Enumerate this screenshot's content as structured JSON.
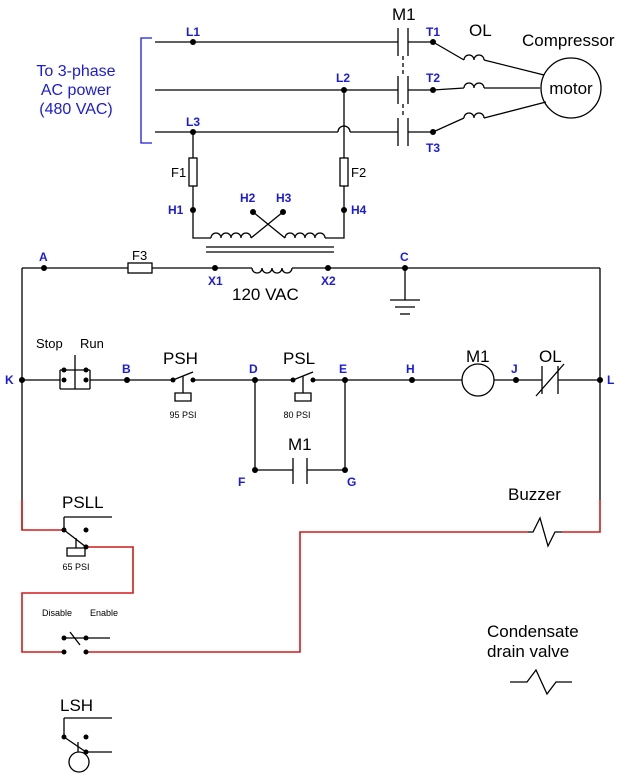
{
  "supply_label": [
    "To 3-phase",
    "AC power",
    "(480 VAC)"
  ],
  "nodes": {
    "L1": "L1",
    "L2": "L2",
    "L3": "L3",
    "T1": "T1",
    "T2": "T2",
    "T3": "T3",
    "H1": "H1",
    "H2": "H2",
    "H3": "H3",
    "H4": "H4",
    "X1": "X1",
    "X2": "X2",
    "A": "A",
    "B": "B",
    "C": "C",
    "D": "D",
    "E": "E",
    "F": "F",
    "G": "G",
    "H": "H",
    "J": "J",
    "K": "K",
    "L": "L"
  },
  "components": {
    "m1_main": "M1",
    "ol_main": "OL",
    "compressor": "Compressor",
    "motor": "motor",
    "f1": "F1",
    "f2": "F2",
    "f3": "F3",
    "transformer_voltage": "120 VAC",
    "stop": "Stop",
    "run": "Run",
    "psh": "PSH",
    "psh_setpoint": "95 PSI",
    "psl": "PSL",
    "psl_setpoint": "80 PSI",
    "m1_coil": "M1",
    "ol_contact": "OL",
    "m1_seal": "M1",
    "buzzer": "Buzzer",
    "psll": "PSLL",
    "psll_setpoint": "65 PSI",
    "disable": "Disable",
    "enable": "Enable",
    "condensate": [
      "Condensate",
      "drain valve"
    ],
    "lsh": "LSH"
  },
  "colors": {
    "wire": "#000000",
    "alarm_wire": "#d41a1a",
    "node_label": "#1a1ae0"
  }
}
